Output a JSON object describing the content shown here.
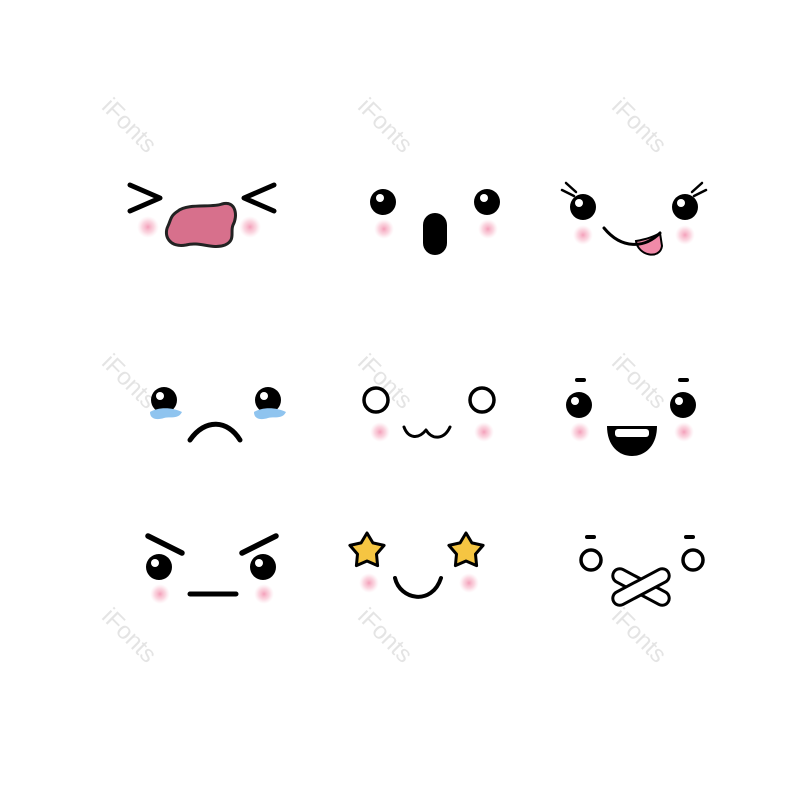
{
  "watermark_text": "iFonts",
  "colors": {
    "ink": "#000000",
    "blush": "#f7b6c8",
    "mouth_pink": "#d7708c",
    "tongue_pink": "#f08aa8",
    "tear_blue": "#8fc4ef",
    "star_yellow": "#f5c542"
  },
  "faces": [
    {
      "expression": "squinting-shouting"
    },
    {
      "expression": "surprised"
    },
    {
      "expression": "playful-tongue-out"
    },
    {
      "expression": "crying-sad"
    },
    {
      "expression": "cute-cat-mouth"
    },
    {
      "expression": "happy-open-mouth"
    },
    {
      "expression": "angry"
    },
    {
      "expression": "star-eyed"
    },
    {
      "expression": "mouth-taped"
    }
  ]
}
